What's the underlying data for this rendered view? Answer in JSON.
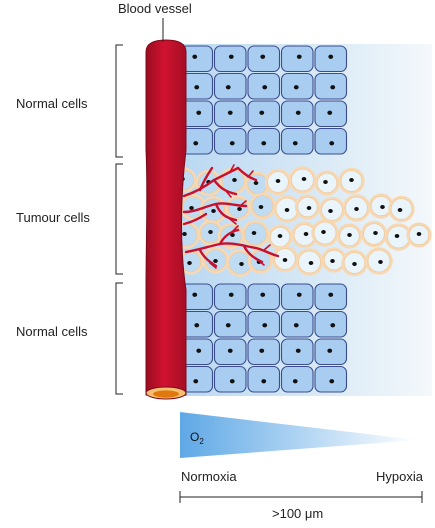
{
  "labels": {
    "blood_vessel": "Blood vessel",
    "normal_top": "Normal cells",
    "tumour": "Tumour cells",
    "normal_bottom": "Normal cells",
    "oxygen": "O",
    "oxygen_sub": "2",
    "normoxia": "Normoxia",
    "hypoxia": "Hypoxia",
    "distance": ">100 μm"
  },
  "colors": {
    "vessel": "#c8102e",
    "vessel_dark": "#8e0c20",
    "vessel_end": "#f0a020",
    "normal_cell_fill": "#a9cdf0",
    "normal_cell_stroke": "#3a4c8c",
    "tumour_cell_fill": "#eaf4fb",
    "tumour_cell_ring": "#f6d9b4",
    "nucleus": "#111111",
    "o2_gradient_start": "#5fa8e6",
    "o2_gradient_end": "#ffffff",
    "bracket": "#222222"
  },
  "grid": {
    "normal_columns": 5,
    "normal_top_rows": 4,
    "normal_bottom_rows": 4,
    "tumour_rows": 4,
    "tumour_columns_per_row": [
      8,
      10,
      11,
      9
    ]
  }
}
